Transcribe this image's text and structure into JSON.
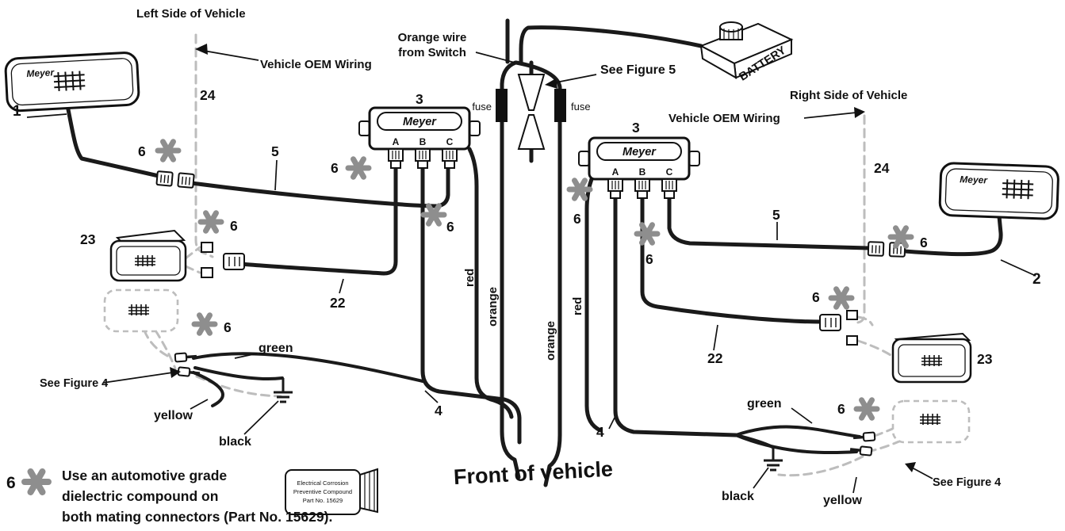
{
  "labels": {
    "left_side": "Left Side of Vehicle",
    "right_side": "Right Side of Vehicle",
    "vehicle_oem_wiring": "Vehicle OEM Wiring",
    "orange_wire_line1": "Orange wire",
    "orange_wire_line2": "from Switch",
    "see_figure_5": "See Figure 5",
    "see_figure_4": "See Figure 4",
    "battery": "BATTERY",
    "fuse": "fuse",
    "front_of_vehicle": "Front of vehicle",
    "meyer": "Meyer"
  },
  "callouts": {
    "n1": "1",
    "n2": "2",
    "n3": "3",
    "n4": "4",
    "n5": "5",
    "n6": "6",
    "n22": "22",
    "n23": "23",
    "n24": "24"
  },
  "module": {
    "brand": "Meyer",
    "a": "A",
    "b": "B",
    "c": "C"
  },
  "wire_labels": {
    "red": "red",
    "orange": "orange",
    "green": "green",
    "yellow": "yellow",
    "black": "black"
  },
  "note": {
    "marker": "6",
    "line1": "Use an automotive grade",
    "line2": "dielectric compound on",
    "line3": "both mating connectors (Part No. 15629)."
  },
  "tube": {
    "line1": "Electrical Corrosion",
    "line2": "Preventive Compound",
    "line3": "Part No. 15629"
  },
  "colors": {
    "wire": "#1a1a1a",
    "oem_dashed": "#bdbdbd",
    "asterisk": "#8e8e8e",
    "fuse": "#111111",
    "background": "#ffffff"
  }
}
